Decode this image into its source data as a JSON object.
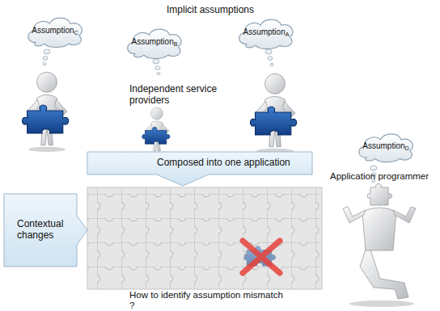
{
  "diagram": {
    "nodes": [
      {
        "text": [
          "AssumptionC"
        ]
      },
      {
        "text": [
          "AssumptionB"
        ]
      },
      {
        "text": [
          "AssumptionA"
        ]
      },
      {
        "text": [
          "Composed into one application"
        ]
      },
      {
        "text": [
          "Contextual changes"
        ]
      },
      {
        "text": [
          "AssumptionD"
        ]
      }
    ],
    "labels": [
      "Implicit assumptions",
      "Independent service providers",
      "Application programmer",
      "How to identify assumption mismatch ?"
    ]
  }
}
